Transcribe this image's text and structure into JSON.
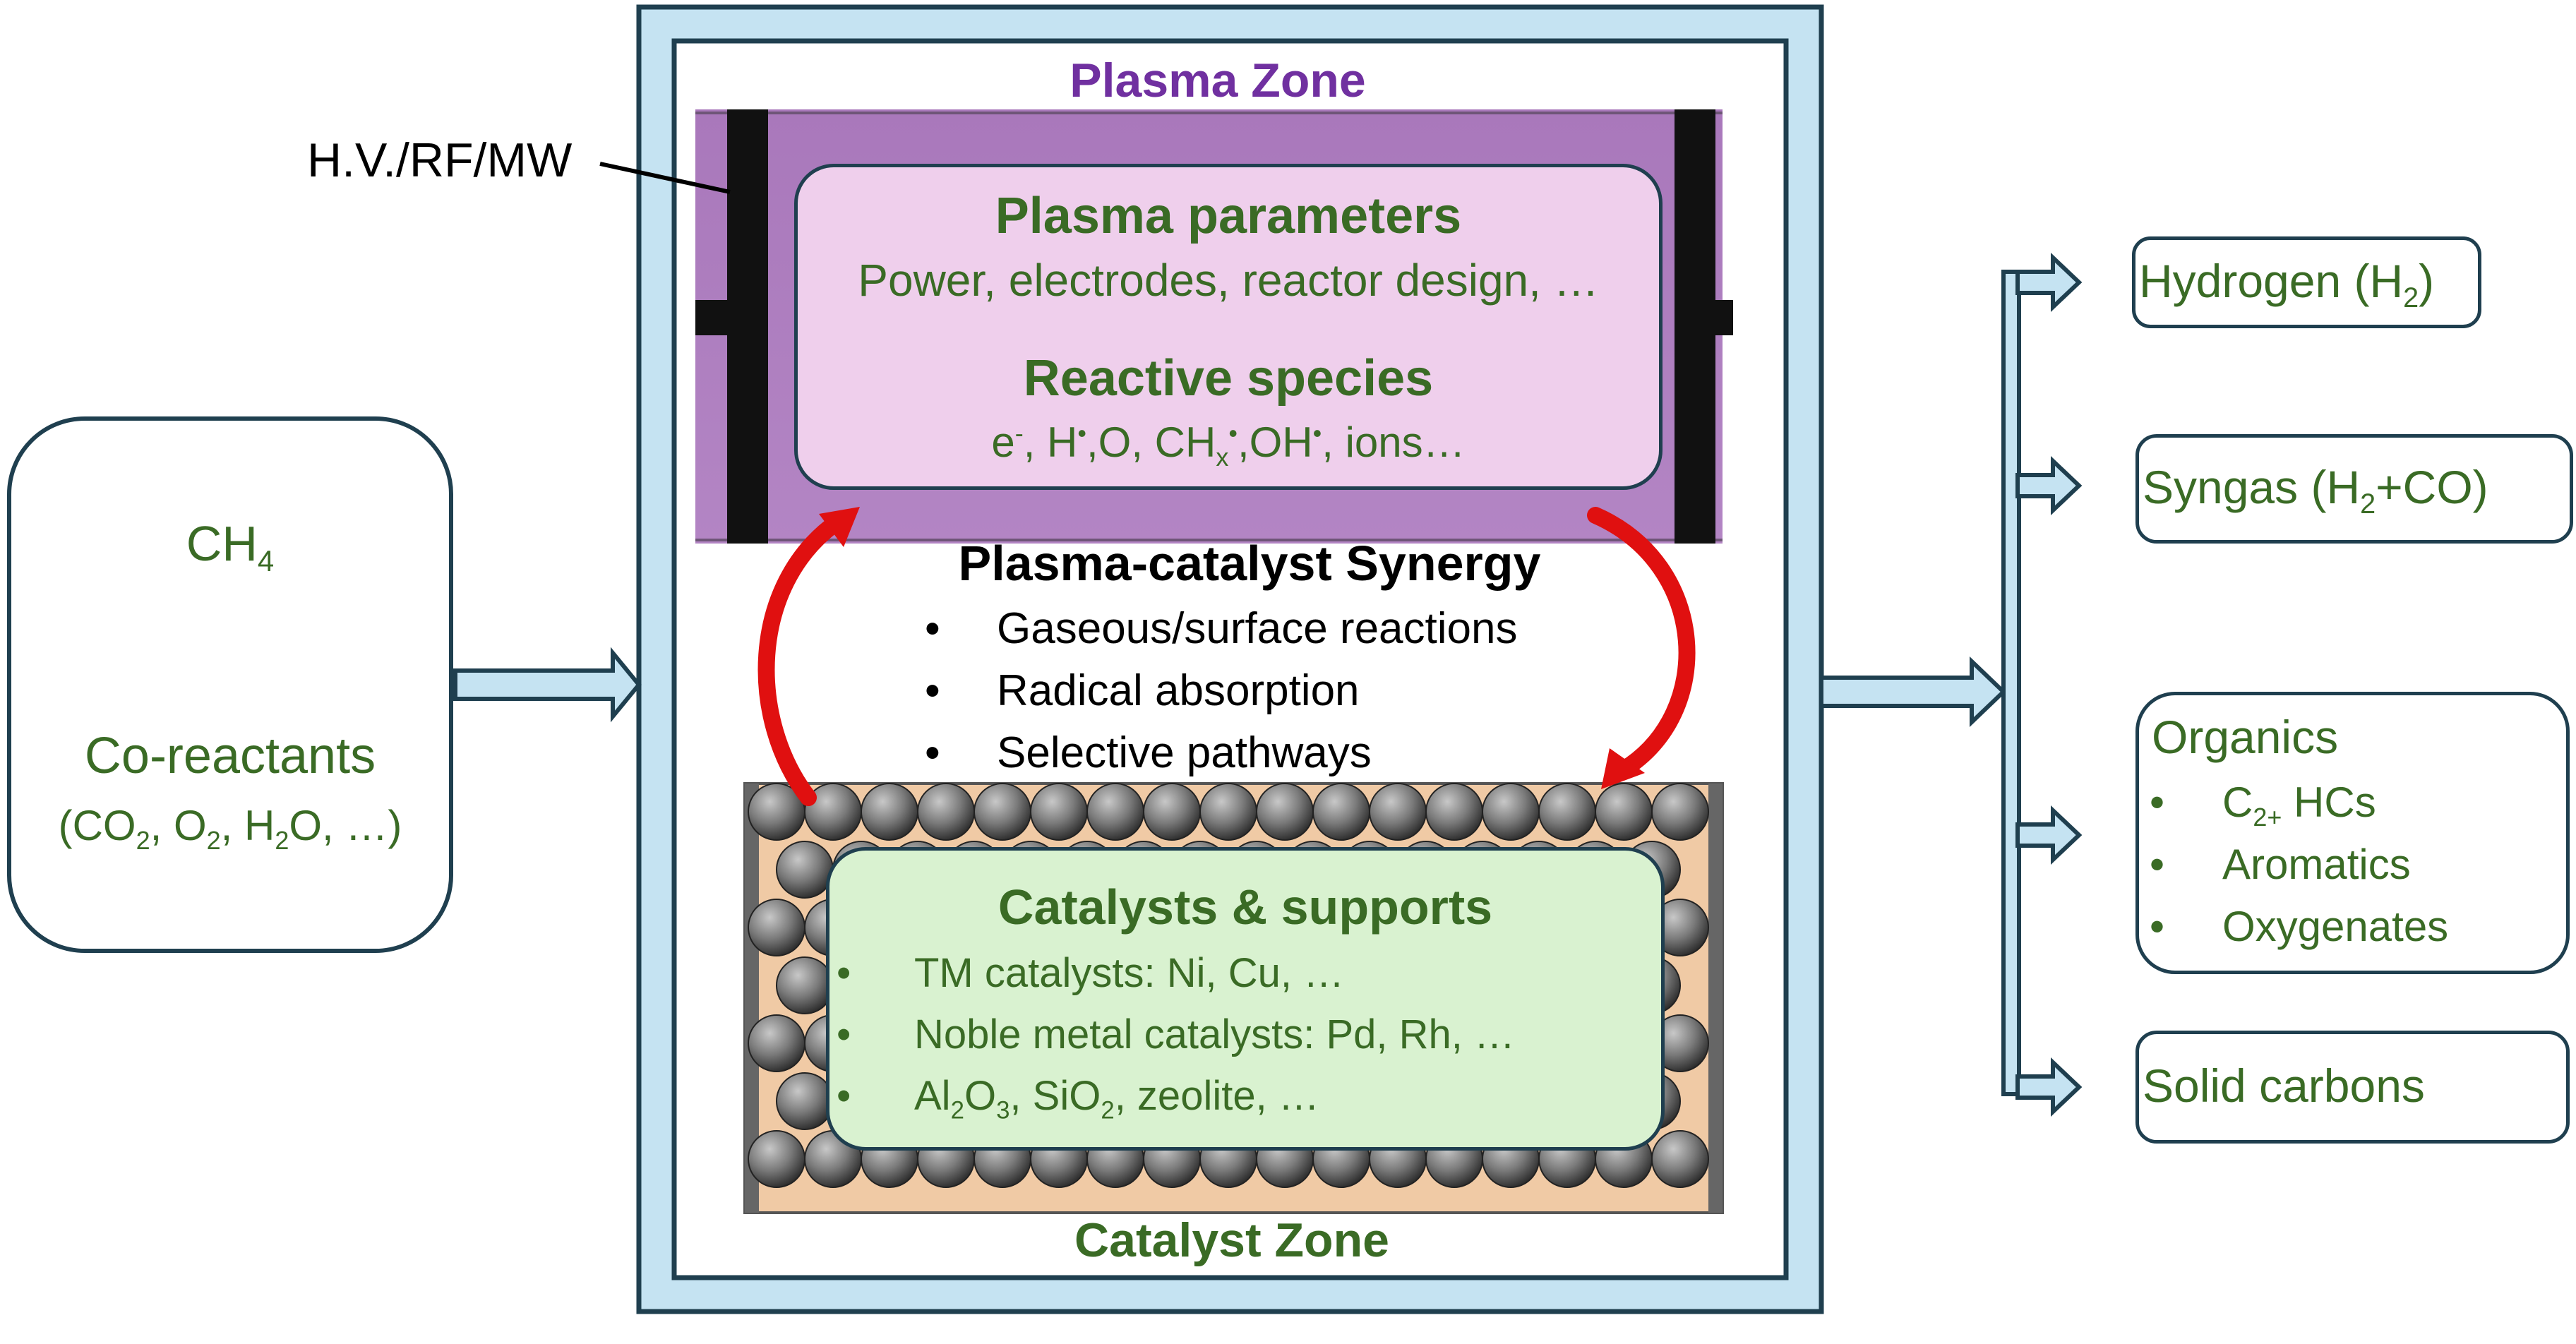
{
  "inputs": {
    "ch4": {
      "base": "CH",
      "sub": "4"
    },
    "co_reactants": "Co-reactants",
    "co_reactants_list": {
      "open": "(CO",
      "s1": "2",
      "p1": ", O",
      "s2": "2",
      "p2": ", H",
      "s3": "2",
      "p3": "O, …)"
    }
  },
  "power_label": "H.V./RF/MW",
  "plasma_zone": {
    "title": "Plasma Zone",
    "params_title": "Plasma parameters",
    "params_text": "Power, electrodes, reactor design, …",
    "species_title": "Reactive species",
    "species": {
      "a": "e",
      "a_sup": "-",
      "b": ", H",
      "b_sup": "•",
      "c": ",O, CH",
      "c_sub": "x",
      "c_sup": "•",
      "d": ",OH",
      "d_sup": "•",
      "e": ", ions…"
    }
  },
  "synergy": {
    "title": "Plasma-catalyst Synergy",
    "items": [
      "Gaseous/surface reactions",
      "Radical absorption",
      "Selective pathways"
    ]
  },
  "catalyst_zone": {
    "title": "Catalyst Zone",
    "box_title": "Catalysts & supports",
    "item1": "TM catalysts: Ni, Cu, …",
    "item2": "Noble metal catalysts: Pd, Rh, …",
    "item3": {
      "a": "Al",
      "a_sub": "2",
      "b": "O",
      "b_sub": "3",
      "c": ", SiO",
      "c_sub": "2",
      "d": ", zeolite, …"
    }
  },
  "outputs": {
    "hydrogen": {
      "a": "Hydrogen (H",
      "sub": "2",
      "b": ")"
    },
    "syngas": {
      "a": "Syngas (H",
      "sub": "2",
      "b": "+CO)"
    },
    "organics": {
      "title": "Organics",
      "item1": {
        "a": "C",
        "sub": "2+",
        "b": " HCs"
      },
      "item2": "Aromatics",
      "item3": "Oxygenates"
    },
    "solid_carbons": "Solid carbons"
  },
  "bullet": "•",
  "colors": {
    "text_green": "#3a6b25",
    "plasma_purple": "#7030a0",
    "box_border": "#1f3f4f",
    "arrow_fill": "#c5e3f2",
    "plasma_bg": "#b17fc2",
    "plasma_inner": "#efcfec",
    "catalyst_inner": "#d9f2d0",
    "catalyst_bed": "#f0caa5",
    "synergy_arrow": "#e01010"
  }
}
